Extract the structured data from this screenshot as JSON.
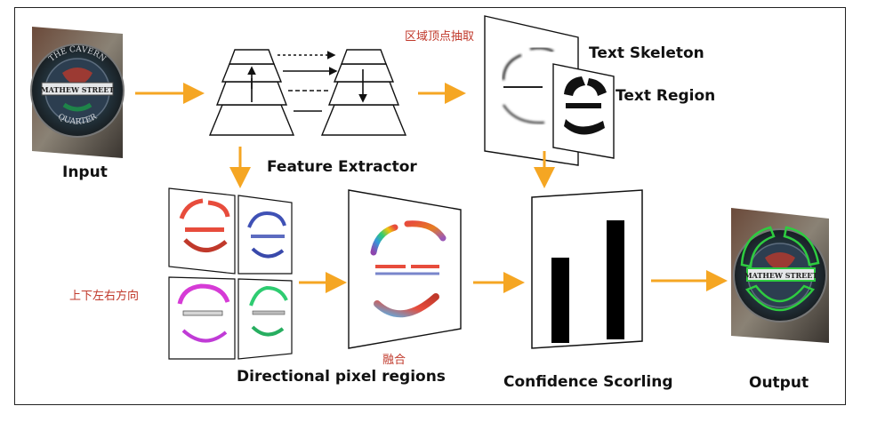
{
  "labels": {
    "input": "Input",
    "feature_extractor": "Feature Extractor",
    "text_skeleton": "Text Skeleton",
    "text_region": "Text Region",
    "directional_pixel_regions": "Directional pixel regions",
    "confidence_scoring": "Confidence Scorling",
    "output": "Output"
  },
  "annotations": {
    "region_vertex_extraction": "区域顶点抽取",
    "four_directions": "上下左右方向",
    "fusion": "融合"
  },
  "sign_text": {
    "street_name": "MATHEW  STREET",
    "arc_top": "THE CAVERN",
    "arc_bottom": "QUARTER"
  },
  "colors": {
    "arrow": "#f5a623",
    "annotation": "#c0392b",
    "detection": "#2ecc40"
  }
}
